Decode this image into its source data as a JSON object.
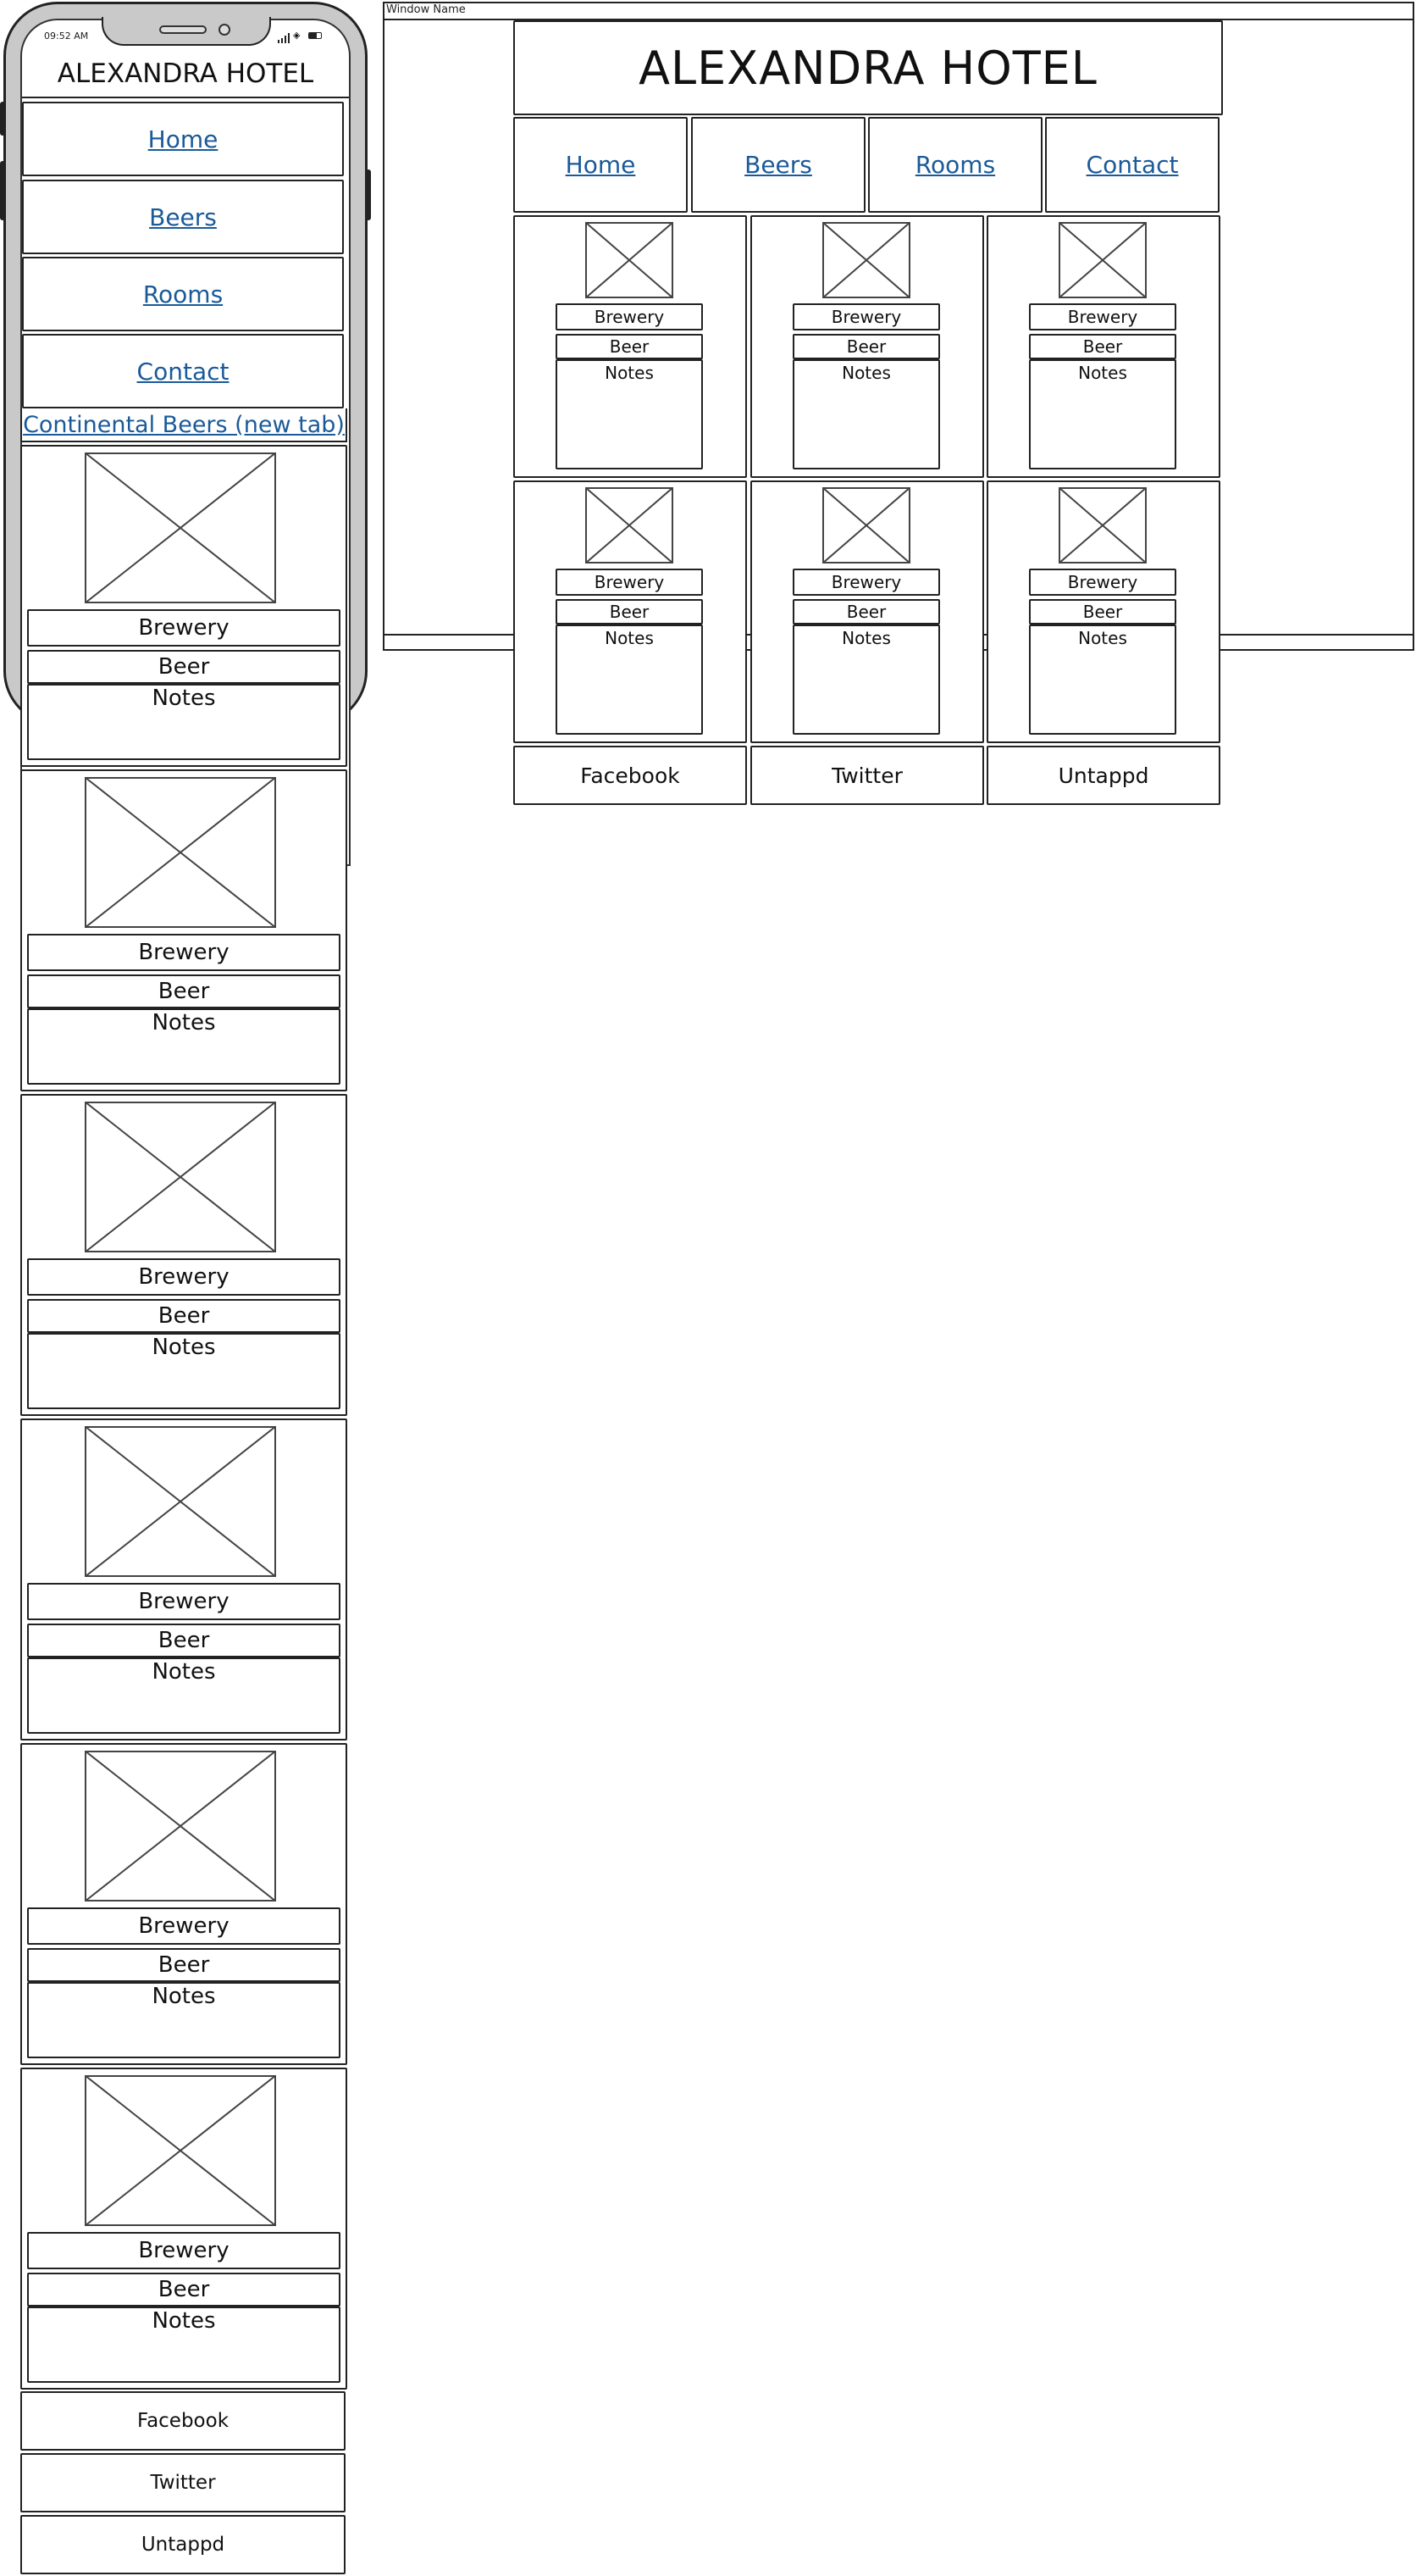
{
  "window": {
    "title": "Window Name"
  },
  "phone": {
    "time": "09:52 AM",
    "site_title": "ALEXANDRA HOTEL",
    "nav": [
      {
        "label": "Home"
      },
      {
        "label": "Beers"
      },
      {
        "label": "Rooms"
      },
      {
        "label": "Contact"
      }
    ],
    "external_link": "Continental Beers (new tab)",
    "cards": [
      {
        "brewery": "Brewery",
        "beer": "Beer",
        "notes": "Notes"
      },
      {
        "brewery": "Brewery",
        "beer": "Beer",
        "notes": "Notes"
      },
      {
        "brewery": "Brewery",
        "beer": "Beer",
        "notes": "Notes"
      },
      {
        "brewery": "Brewery",
        "beer": "Beer",
        "notes": "Notes"
      },
      {
        "brewery": "Brewery",
        "beer": "Beer",
        "notes": "Notes"
      },
      {
        "brewery": "Brewery",
        "beer": "Beer",
        "notes": "Notes"
      }
    ],
    "footer": [
      {
        "label": "Facebook"
      },
      {
        "label": "Twitter"
      },
      {
        "label": "Untappd"
      }
    ]
  },
  "desktop": {
    "site_title": "ALEXANDRA HOTEL",
    "nav": [
      {
        "label": "Home"
      },
      {
        "label": "Beers"
      },
      {
        "label": "Rooms"
      },
      {
        "label": "Contact"
      }
    ],
    "cards": [
      {
        "brewery": "Brewery",
        "beer": "Beer",
        "notes": "Notes"
      },
      {
        "brewery": "Brewery",
        "beer": "Beer",
        "notes": "Notes"
      },
      {
        "brewery": "Brewery",
        "beer": "Beer",
        "notes": "Notes"
      },
      {
        "brewery": "Brewery",
        "beer": "Beer",
        "notes": "Notes"
      },
      {
        "brewery": "Brewery",
        "beer": "Beer",
        "notes": "Notes"
      },
      {
        "brewery": "Brewery",
        "beer": "Beer",
        "notes": "Notes"
      }
    ],
    "footer": [
      {
        "label": "Facebook"
      },
      {
        "label": "Twitter"
      },
      {
        "label": "Untappd"
      }
    ]
  }
}
